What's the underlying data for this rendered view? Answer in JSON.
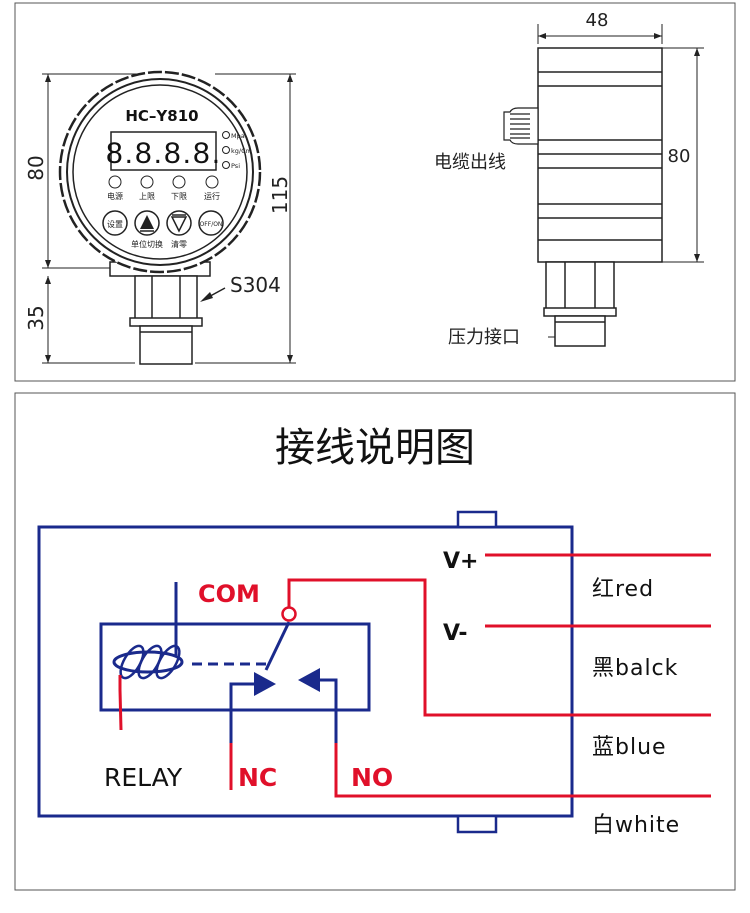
{
  "top": {
    "model": "HC–Y810",
    "display": "8.8.8.8.",
    "units": [
      "Mpa",
      "kg/Cm",
      "Psi"
    ],
    "indicators": [
      "电源",
      "上限",
      "下限",
      "运行"
    ],
    "button_labels": [
      "设置",
      "OFF/ON"
    ],
    "button_captions": [
      "单位切换",
      "清零"
    ],
    "dim_80_left": "80",
    "dim_35": "35",
    "dim_115": "115",
    "material": "S304",
    "dim_48": "48",
    "dim_80_right": "80",
    "cable_label": "电缆出线",
    "port_label": "压力接口"
  },
  "wiring": {
    "title": "接线说明图",
    "v_plus": "V+",
    "v_minus": "V-",
    "com": "COM",
    "relay": "RELAY",
    "nc": "NC",
    "no": "NO",
    "wires": [
      "红red",
      "黑balck",
      "蓝blue",
      "白white"
    ]
  },
  "colors": {
    "red": "#e0102a",
    "blue": "#1a2a8c",
    "dark": "#1a1a1a"
  }
}
